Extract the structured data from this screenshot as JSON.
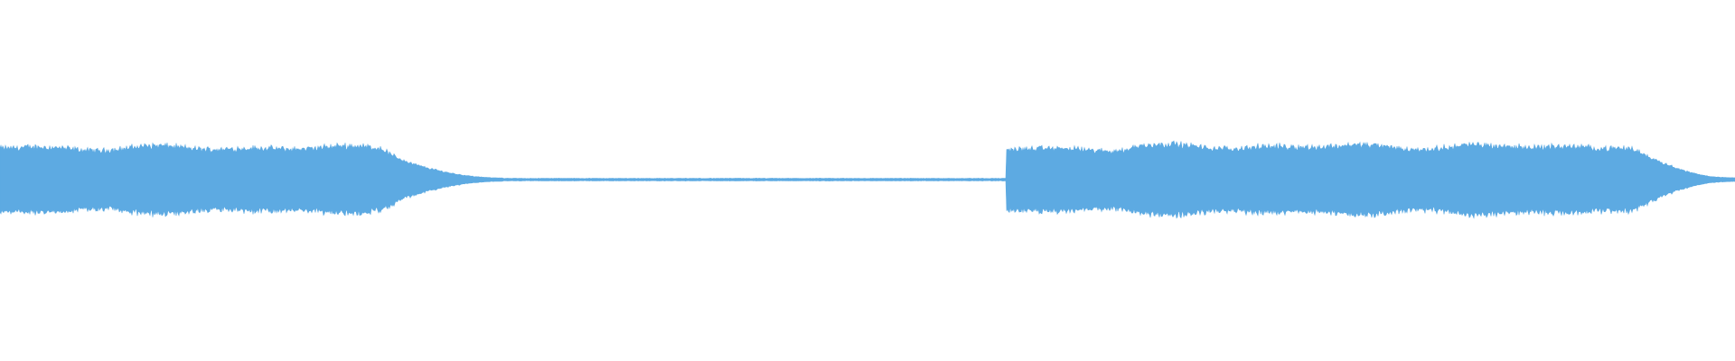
{
  "waveform": {
    "color": "#5DAAE2",
    "background": "#ffffff",
    "segments": [
      {
        "kind": "sustain",
        "start": 0.0,
        "end": 0.22,
        "level": 0.92
      },
      {
        "kind": "decay",
        "start": 0.22,
        "end": 0.29,
        "from": 0.92,
        "to": 0.05
      },
      {
        "kind": "silence",
        "start": 0.29,
        "end": 0.58,
        "level": 0.03
      },
      {
        "kind": "sustain",
        "start": 0.58,
        "end": 0.65,
        "level": 0.9
      },
      {
        "kind": "sustain",
        "start": 0.65,
        "end": 0.94,
        "level": 0.96
      },
      {
        "kind": "decay",
        "start": 0.94,
        "end": 1.0,
        "from": 0.96,
        "to": 0.06
      }
    ]
  }
}
